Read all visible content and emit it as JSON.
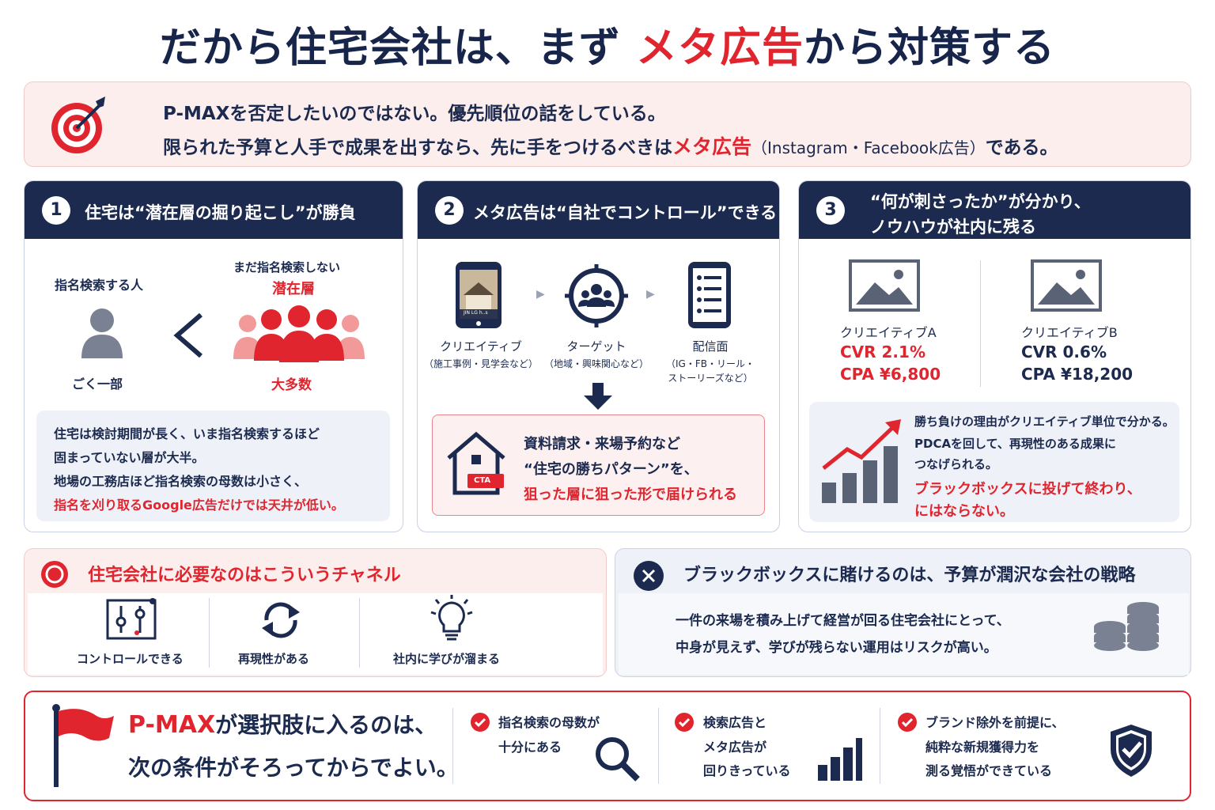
{
  "title": {
    "part1": "だから住宅会社は、まず ",
    "highlight": "メタ広告",
    "part2": "から対策する"
  },
  "intro": {
    "line1": "P-MAXを否定したいのではない。優先順位の話をしている。",
    "line2_a": "限られた予算と人手で成果を出すなら、先に手をつけるべきは",
    "line2_highlight": "メタ広告",
    "line2_paren": "（Instagram・Facebook広告）",
    "line2_b": "である。",
    "icon": "target-icon"
  },
  "panel1": {
    "num": "1",
    "heading": "住宅は“潜在層の掘り起こし”が勝負",
    "left_label": "指名検索する人",
    "left_sub": "ごく一部",
    "right_label_top": "まだ指名検索しない",
    "right_label": "潜在層",
    "right_sub": "大多数",
    "compare": "＜",
    "note": [
      "住宅は検討期間が長く、いま指名検索するほど",
      "固まっていない層が大半。",
      "地場の工務店ほど指名検索の母数は小さく、",
      "指名を刈り取るGoogle広告だけでは天井が低い。"
    ]
  },
  "panel2": {
    "num": "2",
    "heading": "メタ広告は“自社でコントロール”できる",
    "steps": [
      {
        "label": "クリエイティブ",
        "sub": "（施工事例・見学会など）",
        "icon": "smartphone-icon"
      },
      {
        "label": "ターゲット",
        "sub": "（地域・興味関心など）",
        "icon": "audience-target-icon"
      },
      {
        "label": "配信面",
        "sub1": "（IG・FB・リール・",
        "sub2": "ストーリーズなど）",
        "icon": "placement-list-icon"
      }
    ],
    "phone_caption": "JIN LG h..s",
    "cta_badge": "CTA",
    "cta_lines": [
      "資料請求・来場予約など",
      "“住宅の勝ちパターン”を、",
      "狙った層に狙った形で届けられる"
    ]
  },
  "panel3": {
    "num": "3",
    "heading_l1": "“何が刺さったか”が分かり、",
    "heading_l2": "ノウハウが社内に残る",
    "creatives": [
      {
        "name": "クリエイティブA",
        "cvr": "CVR  2.1%",
        "cpa": "CPA  ¥6,800",
        "highlight": true
      },
      {
        "name": "クリエイティブB",
        "cvr": "CVR  0.6%",
        "cpa": "CPA  ¥18,200",
        "highlight": false
      }
    ],
    "note": [
      "勝ち負けの理由がクリエイティブ単位で分かる。",
      "PDCAを回して、再現性のある成果に",
      "つなげられる。"
    ],
    "note_red": [
      "ブラックボックスに投げて終わり、",
      "にはならない。"
    ]
  },
  "channels": {
    "heading": "住宅会社に必要なのはこういうチャネル",
    "items": [
      {
        "label": "コントロールできる",
        "icon": "sliders-icon"
      },
      {
        "label": "再現性がある",
        "icon": "refresh-icon"
      },
      {
        "label": "社内に学びが溜まる",
        "icon": "lightbulb-icon"
      }
    ]
  },
  "blackbox": {
    "heading": "ブラックボックスに賭けるのは、予算が潤沢な会社の戦略",
    "lines": [
      "一件の来場を積み上げて経営が回る住宅会社にとって、",
      "中身が見えず、学びが残らない運用はリスクが高い。"
    ],
    "icon": "coins-icon"
  },
  "bottom": {
    "highlight": "P-MAX",
    "line1_rest": "が選択肢に入るのは、",
    "line2": "次の条件がそろってからでよい。",
    "conditions": [
      {
        "lines": [
          "指名検索の母数が",
          "十分にある"
        ],
        "icon": "search-icon"
      },
      {
        "lines": [
          "検索広告と",
          "メタ広告が",
          "回りきっている"
        ],
        "icon": "bar-chart-icon"
      },
      {
        "lines": [
          "ブランド除外を前提に、",
          "純粋な新規獲得力を",
          "測る覚悟ができている"
        ],
        "icon": "shield-check-icon"
      }
    ]
  },
  "colors": {
    "navy": "#1b2a4e",
    "red": "#e0252e",
    "pink_bg": "#fdeeee",
    "blue_bg": "#eef1f8"
  }
}
